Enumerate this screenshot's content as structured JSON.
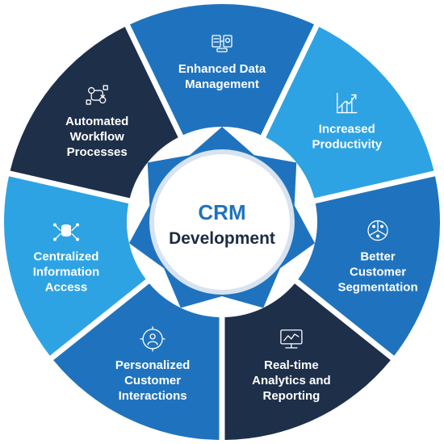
{
  "center": {
    "title": "CRM",
    "subtitle": "Development"
  },
  "colors": {
    "dark": "#1e2f4a",
    "mid": "#1f73be",
    "light": "#2ea3e3",
    "star": "#1f73be",
    "center_ring": "#d7e3f0"
  },
  "segments": [
    {
      "lines": [
        "Enhanced Data",
        "Management"
      ],
      "icon": "data-management-icon",
      "color": "mid"
    },
    {
      "lines": [
        "Increased",
        "Productivity"
      ],
      "icon": "growth-chart-icon",
      "color": "light"
    },
    {
      "lines": [
        "Better",
        "Customer",
        "Segmentation"
      ],
      "icon": "segmentation-pie-icon",
      "color": "mid"
    },
    {
      "lines": [
        "Real-time",
        "Analytics and",
        "Reporting"
      ],
      "icon": "analytics-monitor-icon",
      "color": "dark"
    },
    {
      "lines": [
        "Personalized",
        "Customer",
        "Interactions"
      ],
      "icon": "user-target-icon",
      "color": "mid"
    },
    {
      "lines": [
        "Centralized",
        "Information",
        "Access"
      ],
      "icon": "central-hub-icon",
      "color": "light"
    },
    {
      "lines": [
        "Automated",
        "Workflow",
        "Processes"
      ],
      "icon": "workflow-gears-icon",
      "color": "dark"
    }
  ]
}
